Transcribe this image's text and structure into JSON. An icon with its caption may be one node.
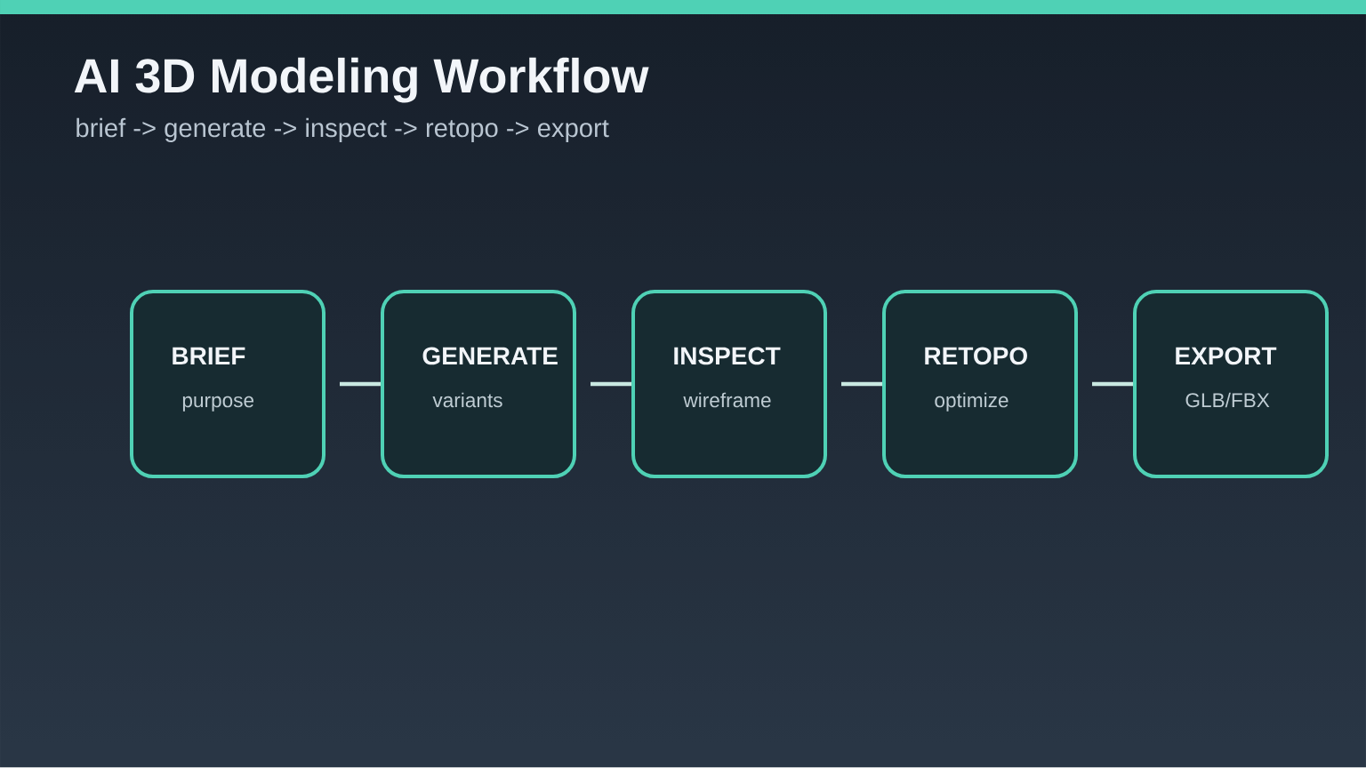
{
  "diagram": {
    "title": "AI 3D Modeling Workflow",
    "nodes": [
      {
        "text": [
          "BRIEF",
          "purpose"
        ]
      },
      {
        "text": [
          "GENERATE",
          "variants"
        ]
      },
      {
        "text": [
          "INSPECT",
          "wireframe"
        ]
      },
      {
        "text": [
          "RETOPO",
          "optimize"
        ]
      },
      {
        "text": [
          "EXPORT",
          "GLB/FBX"
        ]
      }
    ],
    "edges": [
      {
        "from": 0,
        "to": 1,
        "arrow": "none"
      },
      {
        "from": 1,
        "to": 2,
        "arrow": "none"
      },
      {
        "from": 2,
        "to": 3,
        "arrow": "none"
      },
      {
        "from": 3,
        "to": 4,
        "arrow": "none"
      }
    ],
    "labels": [
      "brief -> generate -> inspect -> retopo -> export"
    ]
  }
}
